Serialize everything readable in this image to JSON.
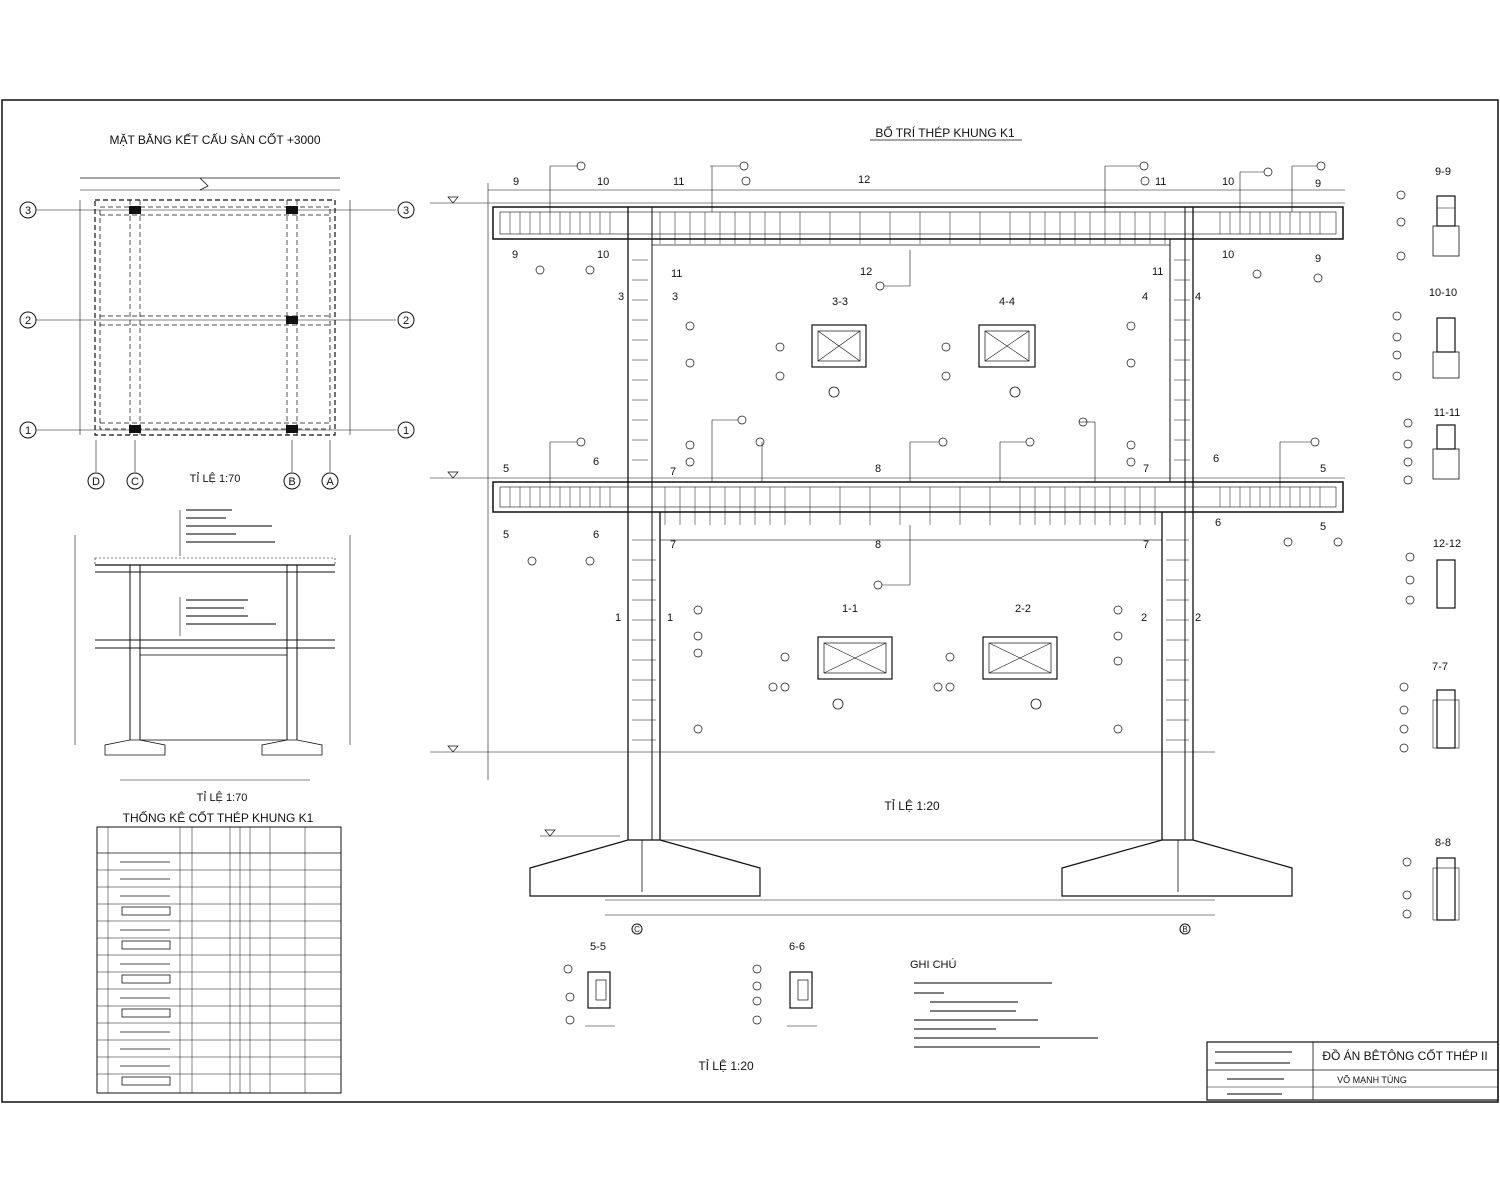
{
  "sheet": {
    "title_floor_plan": "MẶT BẰNG KẾT CẤU SÀN CỐT +3000",
    "title_frame": "BỐ TRÍ THÉP KHUNG K1",
    "title_table": "THỐNG KÊ CỐT THÉP KHUNG K1",
    "scale_plan": "TỈ LỆ 1:70",
    "scale_section": "TỈ LỆ 1:70",
    "scale_frame": "TỈ LỆ 1:20",
    "scale_sections_bottom": "TỈ LỆ 1:20",
    "notes_title": "GHI CHÚ"
  },
  "plan": {
    "axes_row": [
      "3",
      "2",
      "1"
    ],
    "axes_col": [
      "D",
      "C",
      "B",
      "A"
    ]
  },
  "frame": {
    "cut_labels_top": [
      "9",
      "10",
      "11",
      "12",
      "11",
      "10",
      "9"
    ],
    "cut_labels_mid": [
      "5",
      "6",
      "7",
      "8",
      "7",
      "6",
      "5"
    ],
    "col_labels_upper": [
      "3",
      "3",
      "4",
      "4"
    ],
    "col_labels_lower": [
      "1",
      "1",
      "2",
      "2"
    ],
    "section_titles_upper": [
      "3-3",
      "4-4"
    ],
    "section_titles_lower": [
      "1-1",
      "2-2"
    ],
    "grid_bubbles": [
      "C",
      "B"
    ]
  },
  "side_sections": [
    "9-9",
    "10-10",
    "11-11",
    "12-12",
    "7-7",
    "8-8"
  ],
  "bottom_sections": [
    "5-5",
    "6-6"
  ],
  "title_block": {
    "project": "ĐỒ ÁN BÊTÔNG CỐT THÉP II",
    "student": "VÕ MẠNH TÙNG"
  }
}
